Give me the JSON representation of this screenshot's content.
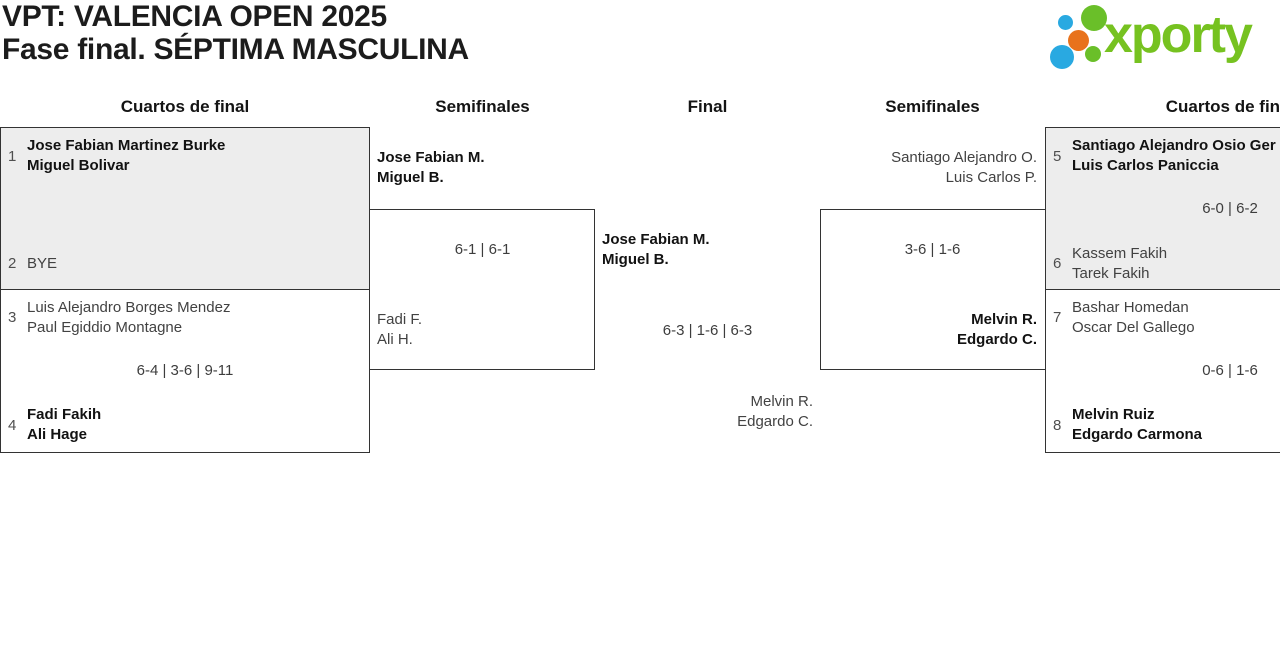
{
  "header": {
    "title_line1": "VPT: VALENCIA OPEN 2025",
    "title_line2": "Fase final. SÉPTIMA MASCULINA"
  },
  "logo": {
    "text": "xporty"
  },
  "colors": {
    "logo_green": "#76c220",
    "logo_blue": "#29a9e1",
    "logo_orange": "#e8721c",
    "box_gray": "#ededed",
    "box_border": "#333333"
  },
  "columns": {
    "qf_left": "Cuartos de final",
    "sf_left": "Semifinales",
    "final": "Final",
    "sf_right": "Semifinales",
    "qf_right": "Cuartos de final"
  },
  "matches": {
    "qf1": {
      "seed_top": "1",
      "top1": "Jose Fabian Martinez Burke",
      "top2": "Miguel Bolivar",
      "seed_bottom": "2",
      "bottom1": "BYE",
      "score": ""
    },
    "qf2": {
      "seed_top": "3",
      "top1": "Luis Alejandro Borges Mendez",
      "top2": "Paul Egiddio Montagne",
      "seed_bottom": "4",
      "bottom1": "Fadi Fakih",
      "bottom2": "Ali Hage",
      "score": "6-4 | 3-6 | 9-11"
    },
    "sf1": {
      "top1": "Jose Fabian M.",
      "top2": "Miguel B.",
      "bottom1": "Fadi F.",
      "bottom2": "Ali H.",
      "score": "6-1 | 6-1"
    },
    "final": {
      "left1": "Jose Fabian M.",
      "left2": "Miguel B.",
      "right1": "Melvin R.",
      "right2": "Edgardo C.",
      "score": "6-3 | 1-6 | 6-3"
    },
    "sf2": {
      "top1": "Santiago Alejandro O.",
      "top2": "Luis Carlos P.",
      "bottom1": "Melvin R.",
      "bottom2": "Edgardo C.",
      "score": "3-6 | 1-6"
    },
    "qf3": {
      "seed_top": "5",
      "top1": "Santiago Alejandro Osio Ger",
      "top2": "Luis Carlos Paniccia",
      "seed_bottom": "6",
      "bottom1": "Kassem Fakih",
      "bottom2": "Tarek Fakih",
      "score": "6-0 | 6-2"
    },
    "qf4": {
      "seed_top": "7",
      "top1": "Bashar Homedan",
      "top2": "Oscar Del Gallego",
      "seed_bottom": "8",
      "bottom1": "Melvin Ruiz",
      "bottom2": "Edgardo Carmona",
      "score": "0-6 | 1-6"
    }
  }
}
